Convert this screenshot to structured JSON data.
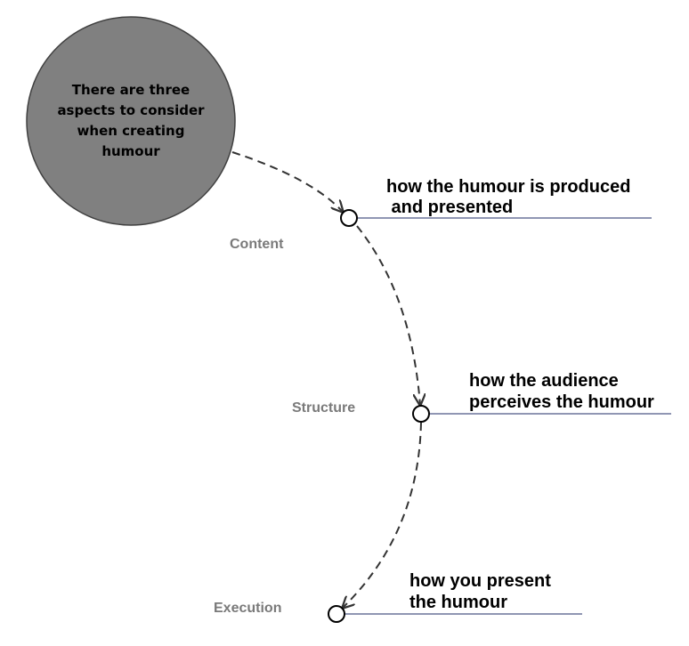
{
  "central_node": {
    "lines": [
      "There are three",
      "aspects to consider",
      "when creating",
      "humour"
    ],
    "fill_color": "#808080",
    "stroke_color": "#404040"
  },
  "aspects": [
    {
      "label": "Content",
      "description_lines": [
        "how the humour is produced",
        " and presented"
      ]
    },
    {
      "label": "Structure",
      "description_lines": [
        "how the audience",
        "perceives the humour"
      ]
    },
    {
      "label": "Execution",
      "description_lines": [
        "how you present",
        "the humour"
      ]
    }
  ],
  "colors": {
    "connector_line": "#6b739a",
    "dashed_arrow": "#333333",
    "aspect_label": "#7a7a7a"
  }
}
